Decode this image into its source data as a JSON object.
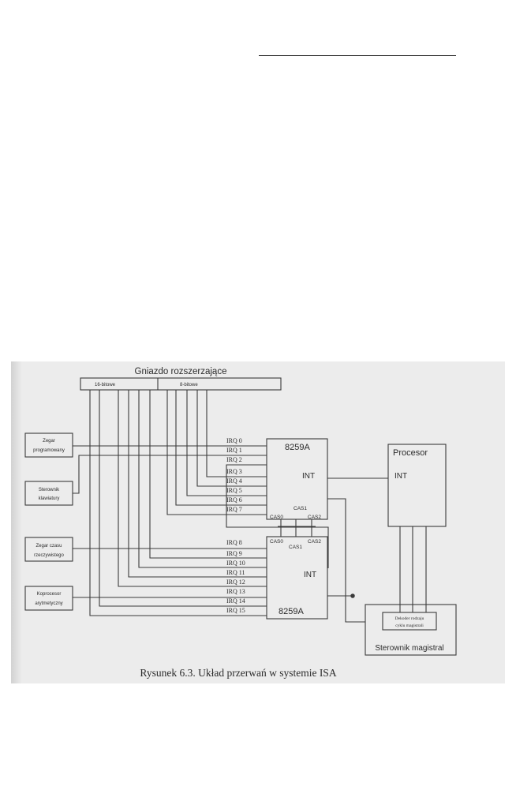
{
  "expansion_slot": {
    "title": "Gniazdo rozszerzające",
    "bit16": "16-bitowe",
    "bit8": "8-bitowe"
  },
  "devices": {
    "timer": [
      "Zegar",
      "programowany"
    ],
    "keyboard": [
      "Sterownik",
      "klawiatury"
    ],
    "rtc": [
      "Zegar czasu",
      "rzeczywistego"
    ],
    "coprocessor": [
      "Koprocesor",
      "arytmetyczny"
    ]
  },
  "pic_master": {
    "name": "8259A",
    "int": "INT",
    "cas0": "CAS0",
    "cas1": "CAS1",
    "cas2": "CAS2"
  },
  "pic_slave": {
    "name": "8259A",
    "int": "INT",
    "cas0": "CAS0",
    "cas1": "CAS1",
    "cas2": "CAS2"
  },
  "irq_master": [
    "IRQ 0",
    "IRQ 1",
    "IRQ 2",
    "IRQ 3",
    "IRQ 4",
    "IRQ 5",
    "IRQ 6",
    "IRQ 7"
  ],
  "irq_slave": [
    "IRQ 8",
    "IRQ 9",
    "IRQ 10",
    "IRQ 11",
    "IRQ 12",
    "IRQ 13",
    "IRQ 14",
    "IRQ 15"
  ],
  "processor": {
    "name": "Procesor",
    "int": "INT"
  },
  "bus_controller": {
    "name": "Sterownik magistral",
    "decoder": [
      "Dekoder rodzaju",
      "cyklu magistrali"
    ]
  },
  "caption": "Rysunek 6.3. Układ przerwań w systemie ISA"
}
